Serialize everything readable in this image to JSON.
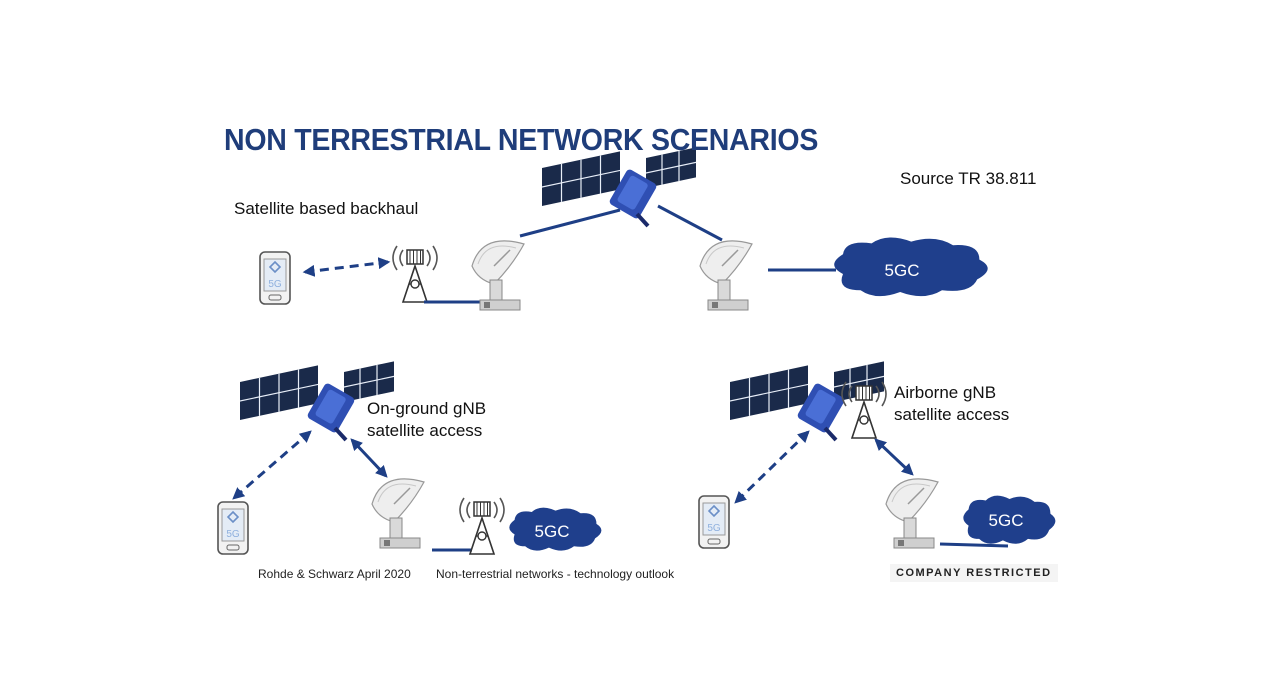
{
  "title": "NON TERRESTRIAL NETWORK SCENARIOS",
  "source": "Source TR 38.811",
  "scenarios": {
    "backhaul": {
      "label": "Satellite based backhaul",
      "core": "5GC"
    },
    "on_ground": {
      "label_line1": "On-ground gNB",
      "label_line2": "satellite access",
      "core": "5GC"
    },
    "airborne": {
      "label_line1": "Airborne gNB",
      "label_line2": "satellite access",
      "core": "5GC"
    }
  },
  "footer": {
    "left": "Rohde & Schwarz  April 2020",
    "center": "Non-terrestrial networks -  technology outlook",
    "right": "COMPANY RESTRICTED"
  },
  "colors": {
    "brand": "#1f3d7a",
    "cloud": "#1f3f8c",
    "link": "#1e3f86"
  },
  "icons": [
    "satellite-icon",
    "ground-antenna-icon",
    "cell-tower-icon",
    "phone-icon",
    "cloud-icon"
  ]
}
